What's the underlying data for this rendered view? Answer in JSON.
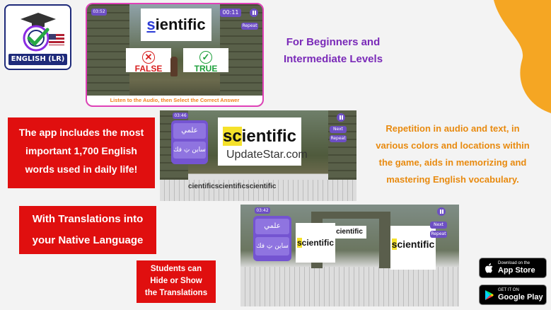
{
  "logo": {
    "label": "ENGLISH (LR)"
  },
  "top_shot": {
    "timer_left": "03:52",
    "timer_right": "00:11",
    "word_highlight": "s",
    "word_rest": "ientific",
    "false_label": "FALSE",
    "true_label": "TRUE",
    "repeat_label": "Repeat",
    "caption": "Listen to the Audio, then Select the Correct Answer"
  },
  "heading_levels": {
    "line1": "For Beginners and",
    "line2": "Intermediate Levels"
  },
  "mid_shot": {
    "timer": "03:46",
    "word_highlight": "sc",
    "word_rest": "ientific",
    "translation_1": "علمي",
    "translation_2": "ساين تِ فك",
    "next_label": "Next",
    "repeat_label": "Repeat",
    "watermark": "UpdateStar.com",
    "floor_text": "cientificscientificscientific"
  },
  "bot_shot": {
    "timer": "03:42",
    "translation_1": "علمي",
    "translation_2": "ساين تِ فك",
    "next_label": "Next",
    "repeat_label": "Repeat",
    "left_word_hl": "s",
    "left_word_rest": "cientific",
    "right_word_hl": "s",
    "right_word_rest": "cientific"
  },
  "red_box_1": {
    "line1": "The app includes the most",
    "line2": "important 1,700 English",
    "line3": "words used in daily life!"
  },
  "red_box_2": {
    "line1": "With Translations into",
    "line2": "your Native Language"
  },
  "red_box_3": {
    "line1": "Students can",
    "line2": "Hide or Show",
    "line3": "the Translations"
  },
  "repetition_text": {
    "line1": "Repetition in audio and text, in",
    "line2": "various colors and locations within",
    "line3": "the game, aids in memorizing and",
    "line4": "mastering English vocabulary."
  },
  "app_store": {
    "small": "Download on the",
    "big": "App Store"
  },
  "google_play": {
    "small": "GET IT ON",
    "big": "Google Play"
  },
  "colors": {
    "orange": "#f5a623",
    "purple": "#7a2ab8",
    "red": "#e00f0f",
    "pink": "#e040b8"
  }
}
